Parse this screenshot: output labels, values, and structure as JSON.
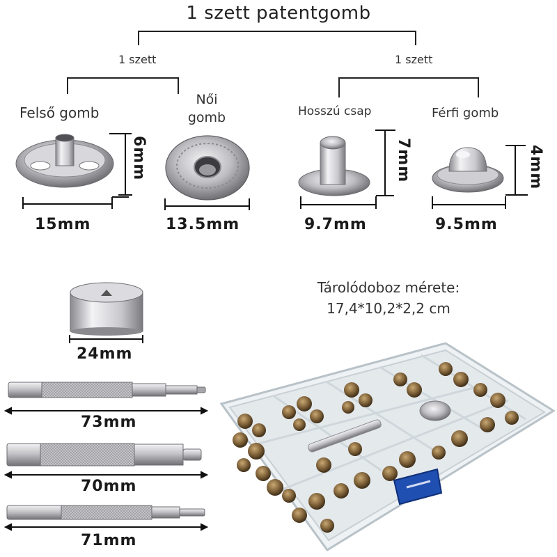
{
  "header": {
    "title": "1 szett patentgomb"
  },
  "groups": {
    "left_label": "1 szett",
    "right_label": "1 szett"
  },
  "parts": {
    "upper_button": {
      "label": "Felső gomb",
      "width": "15mm",
      "height": "6mm"
    },
    "female_button": {
      "label_line1": "Női",
      "label_line2": "gomb",
      "width": "13.5mm"
    },
    "long_post": {
      "label": "Hosszú csap",
      "width": "9.7mm",
      "height": "7mm"
    },
    "male_button": {
      "label": "Férfi gomb",
      "width": "9.5mm",
      "height": "4mm"
    }
  },
  "tools": {
    "anvil": {
      "width": "24mm"
    },
    "punch_1": {
      "length": "73mm"
    },
    "punch_2": {
      "length": "70mm"
    },
    "punch_3": {
      "length": "71mm"
    }
  },
  "storage_box": {
    "caption_line1": "Tárolódoboz mérete:",
    "caption_line2": "17,4*10,2*2,2 cm"
  },
  "colors": {
    "metal": "#c9c9cc",
    "metal_dark": "#7d7d82",
    "bronze": "#7a6040",
    "latch": "#1f4fb0"
  }
}
